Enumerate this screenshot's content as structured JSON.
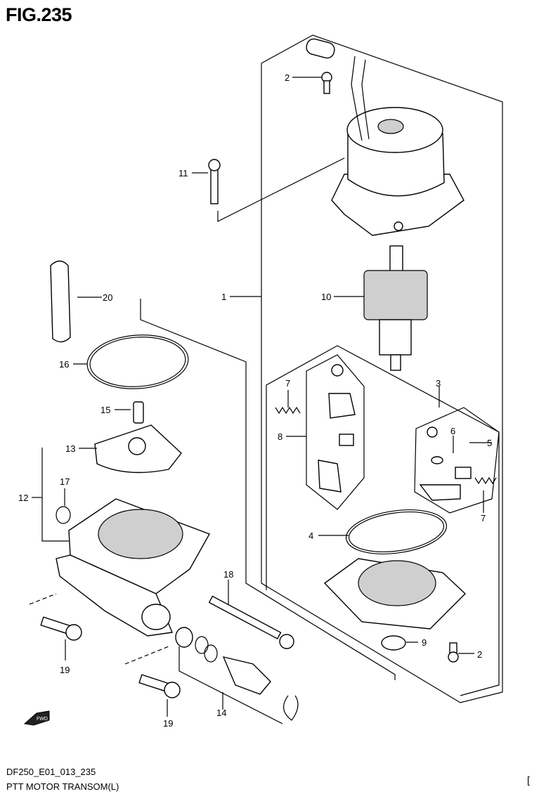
{
  "figure": {
    "title": "FIG.235",
    "code": "DF250_E01_013_235",
    "name": "PTT MOTOR TRANSOM(L)",
    "bracket": "["
  },
  "callouts": [
    "1",
    "2",
    "2",
    "3",
    "4",
    "5",
    "6",
    "7",
    "7",
    "8",
    "9",
    "10",
    "11",
    "12",
    "13",
    "14",
    "15",
    "16",
    "17",
    "18",
    "19",
    "19",
    "20"
  ],
  "arrow_label": "FWD"
}
